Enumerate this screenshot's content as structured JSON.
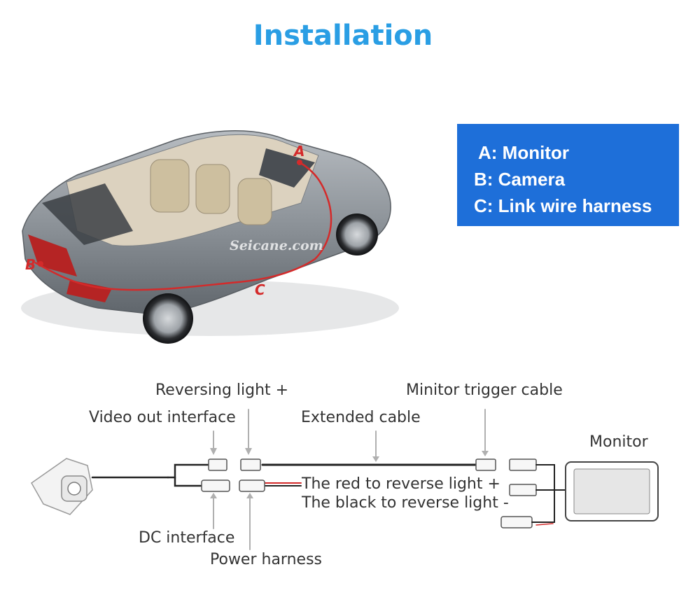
{
  "title": "Installation",
  "colors": {
    "title": "#2a9ee4",
    "legend_bg": "#1e6fd9",
    "wire": "#d42a2a",
    "point_label": "#d42a2a",
    "label": "#333333",
    "car_body": "#8e959c"
  },
  "legend": {
    "a": "A: Monitor",
    "b": "B: Camera",
    "c": "C: Link wire harness"
  },
  "car": {
    "points": {
      "a": "A",
      "b": "B",
      "c": "C"
    },
    "watermark": "Seicane.com"
  },
  "wiring": {
    "reversing_light": "Reversing light +",
    "video_out": "Video out interface",
    "extended_cable": "Extended cable",
    "monitor_trigger": "Minitor trigger cable",
    "monitor": "Monitor",
    "red_wire": "The red to reverse light +",
    "black_wire": "The black to reverse light -",
    "dc_interface": "DC interface",
    "power_harness": "Power harness"
  }
}
